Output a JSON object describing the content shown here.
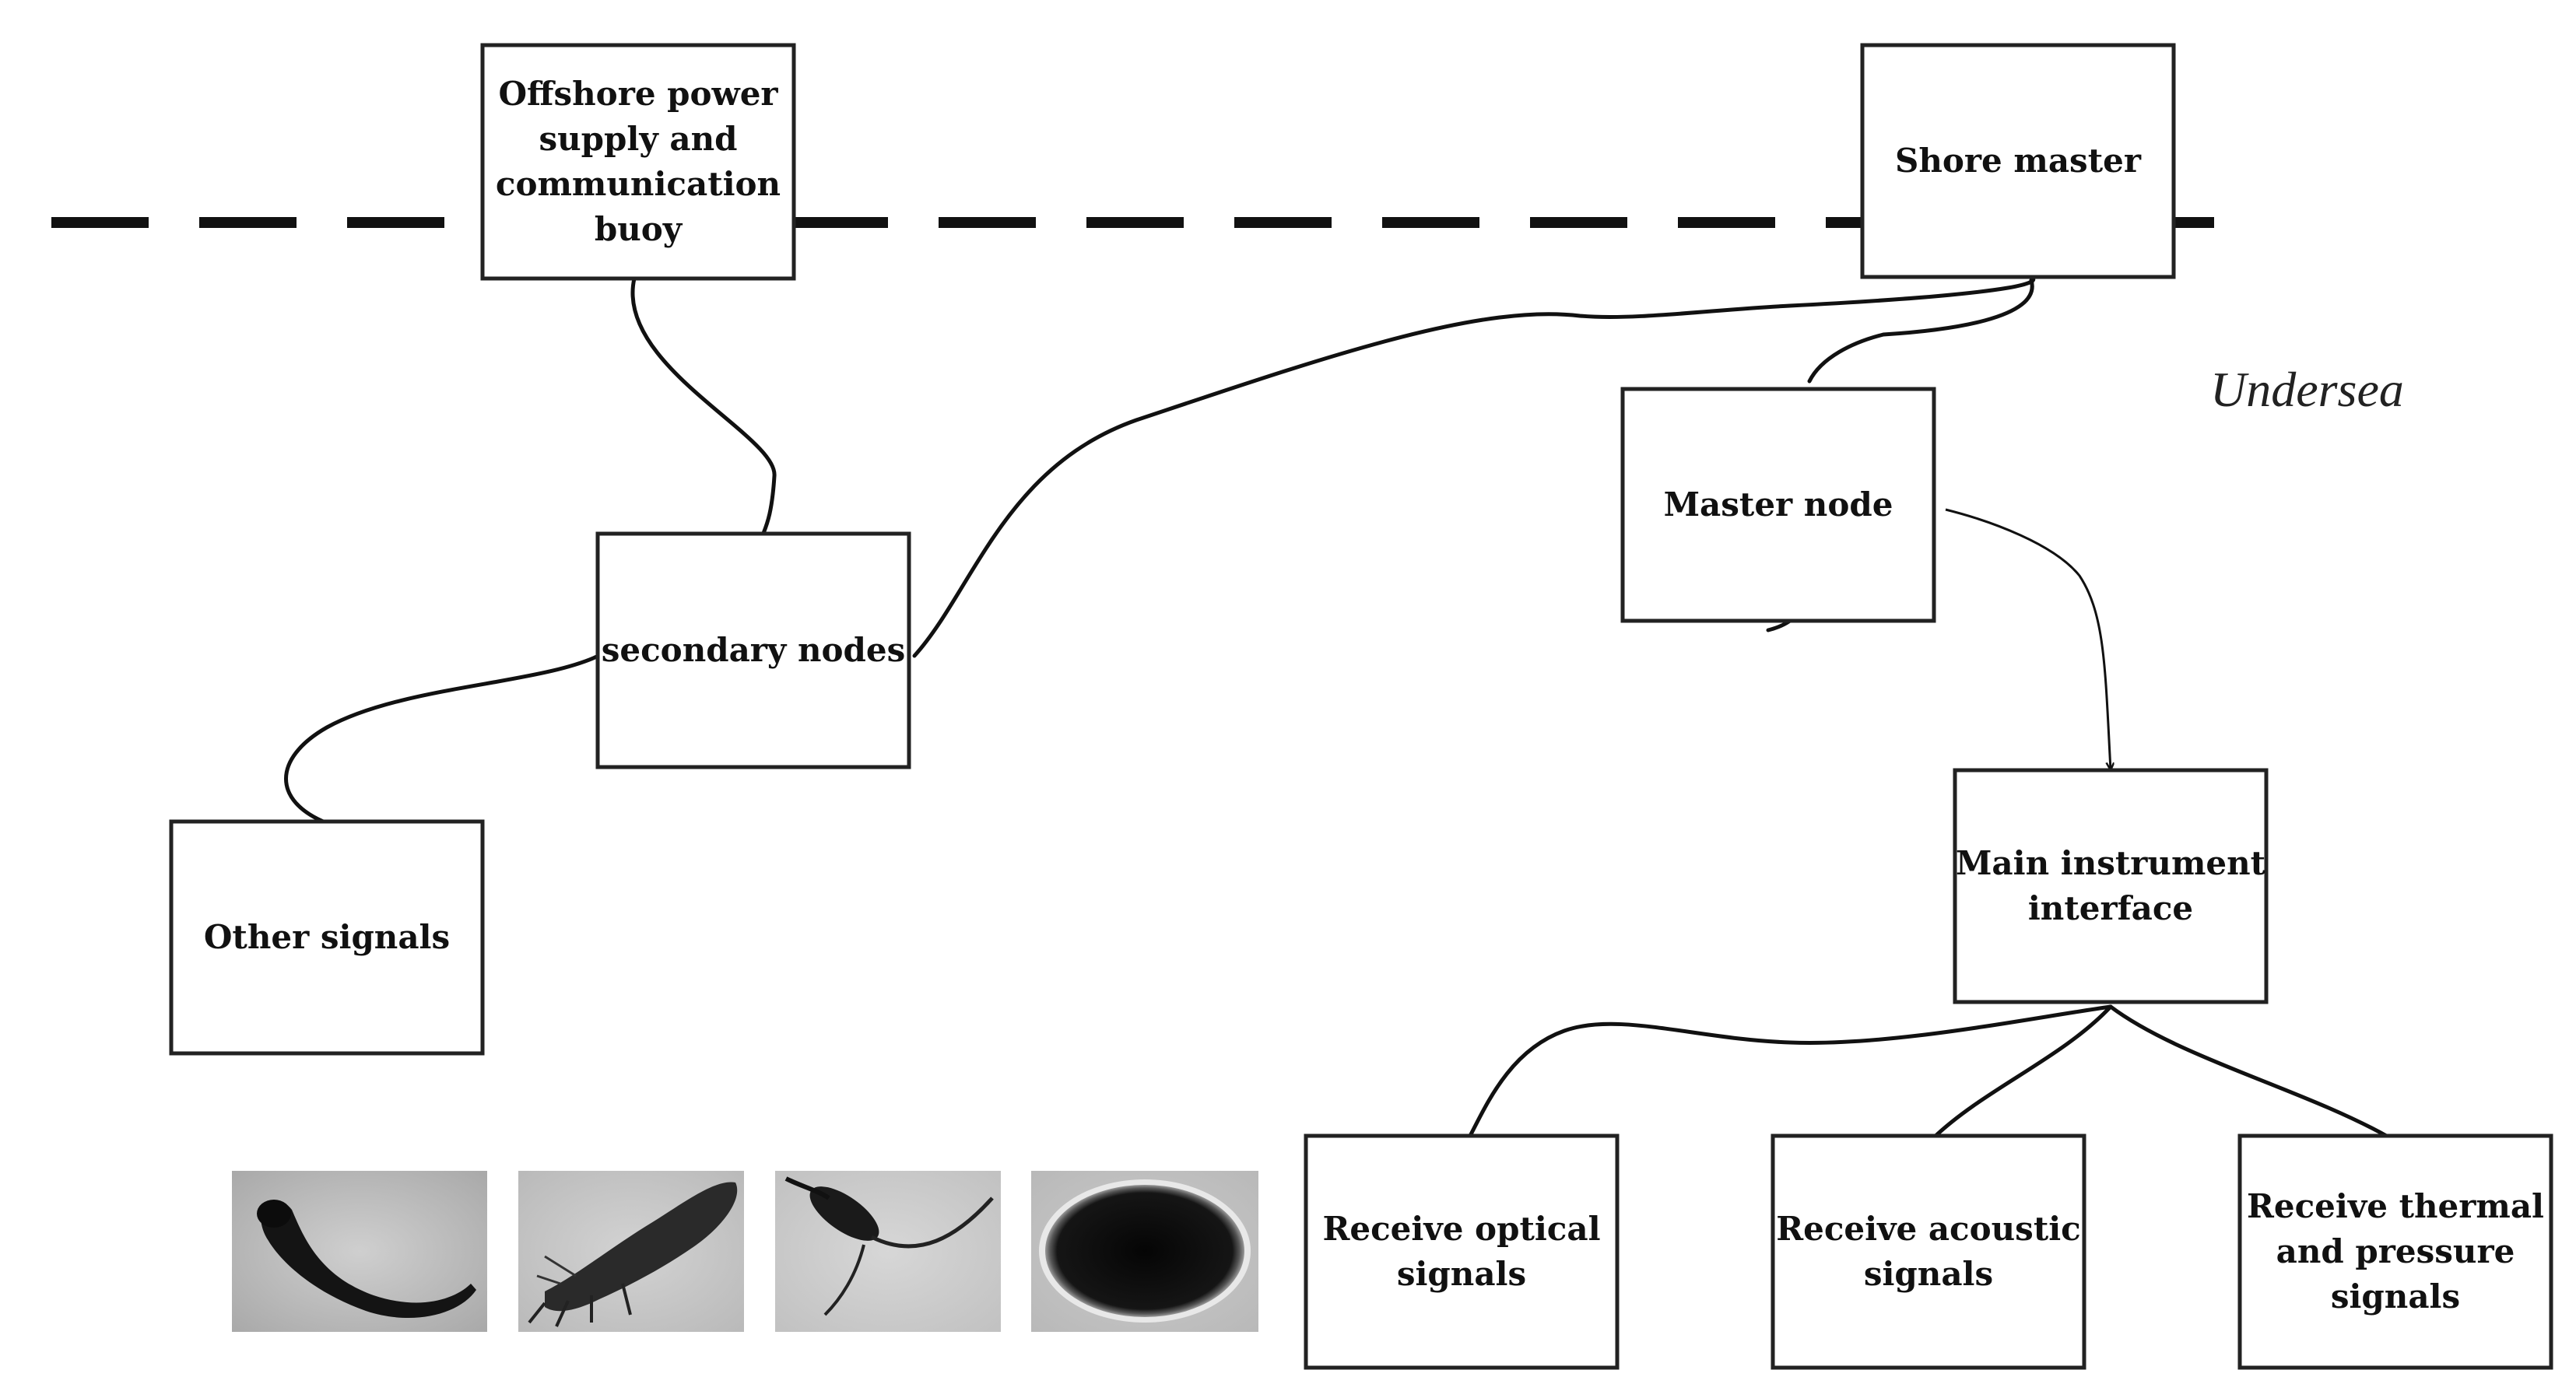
{
  "sea_surface_label": "Undersea",
  "nodes": {
    "buoy": {
      "lines": [
        "Offshore power",
        "supply and",
        "communication",
        "buoy"
      ]
    },
    "shore_master": {
      "lines": [
        "Shore master"
      ]
    },
    "master_node": {
      "lines": [
        "Master node"
      ]
    },
    "secondary_nodes": {
      "lines": [
        "secondary nodes"
      ]
    },
    "other_signals": {
      "lines": [
        "Other signals"
      ]
    },
    "main_instrument": {
      "lines": [
        "Main instrument",
        "interface"
      ]
    },
    "optical": {
      "lines": [
        "Receive optical",
        "signals"
      ]
    },
    "acoustic": {
      "lines": [
        "Receive acoustic",
        "signals"
      ]
    },
    "thermal": {
      "lines": [
        "Receive thermal",
        "and pressure",
        "signals"
      ]
    }
  },
  "connections": [
    {
      "from": "buoy",
      "to": "secondary_nodes"
    },
    {
      "from": "secondary_nodes",
      "to": "shore_master"
    },
    {
      "from": "secondary_nodes",
      "to": "other_signals"
    },
    {
      "from": "shore_master",
      "to": "master_node"
    },
    {
      "from": "master_node",
      "to": "main_instrument",
      "arrow": true
    },
    {
      "from": "main_instrument",
      "to": "optical"
    },
    {
      "from": "main_instrument",
      "to": "acoustic"
    },
    {
      "from": "main_instrument",
      "to": "thermal"
    }
  ],
  "specimen_images": [
    {
      "name": "plankton-worm-image"
    },
    {
      "name": "plankton-shrimp-image"
    },
    {
      "name": "plankton-copepod-image"
    },
    {
      "name": "plankton-egg-image"
    }
  ]
}
